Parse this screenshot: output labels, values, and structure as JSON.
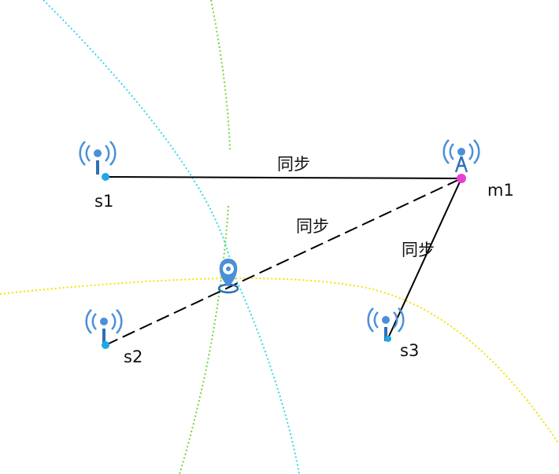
{
  "nodes": {
    "s1": {
      "label": "s1",
      "icon": "sensor-icon"
    },
    "s2": {
      "label": "s2",
      "icon": "sensor-icon"
    },
    "s3": {
      "label": "s3",
      "icon": "sensor-icon"
    },
    "m1": {
      "label": "m1",
      "icon": "master-tower-icon"
    },
    "target": {
      "icon": "location-pin-icon"
    }
  },
  "links": {
    "s1_m1": "同步",
    "s2_m1": "同步",
    "s3_m1": "同步"
  },
  "colors": {
    "signal_icon": "#4a90d9",
    "node_dot": "#1ea7e8",
    "master_dot": "#e83fd6",
    "link_line": "#000000",
    "curve_cyan": "#37d9e6",
    "curve_green": "#6fd83a",
    "curve_yellow": "#f2e300"
  }
}
